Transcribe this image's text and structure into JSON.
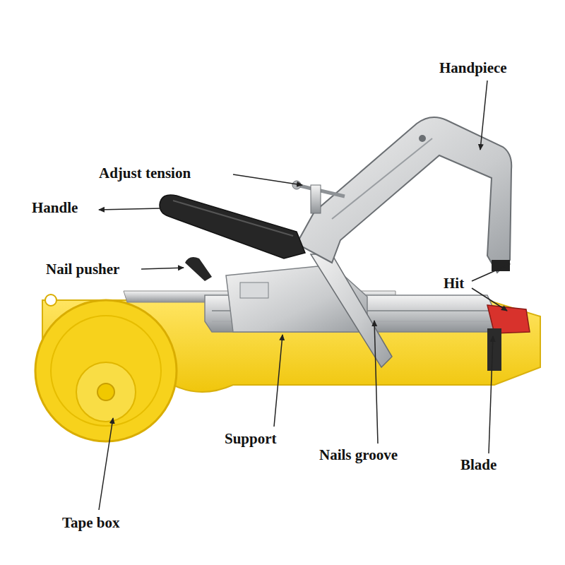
{
  "diagram": {
    "labels": [
      "Handpiece",
      "Adjust tension",
      "Handle",
      "Nail pusher",
      "Hit",
      "Support",
      "Nails groove",
      "Blade",
      "Tape box"
    ]
  }
}
